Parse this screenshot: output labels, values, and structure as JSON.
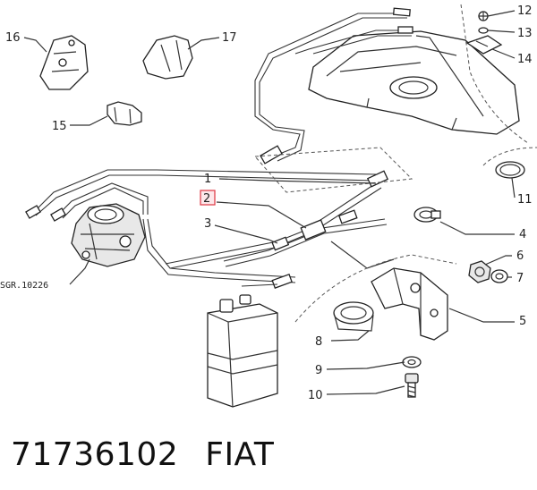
{
  "diagram": {
    "callouts": [
      "1",
      "2",
      "3",
      "4",
      "5",
      "6",
      "7",
      "8",
      "9",
      "10",
      "11",
      "12",
      "13",
      "14",
      "15",
      "16",
      "17"
    ],
    "source_code": "SGR.10226",
    "highlight_callout": "2",
    "colors": {
      "line": "#333333",
      "highlight_box": "#e0424e",
      "highlight_fill": "#fde7ea"
    }
  },
  "caption": {
    "part_number": "71736102",
    "brand": "FIAT"
  }
}
